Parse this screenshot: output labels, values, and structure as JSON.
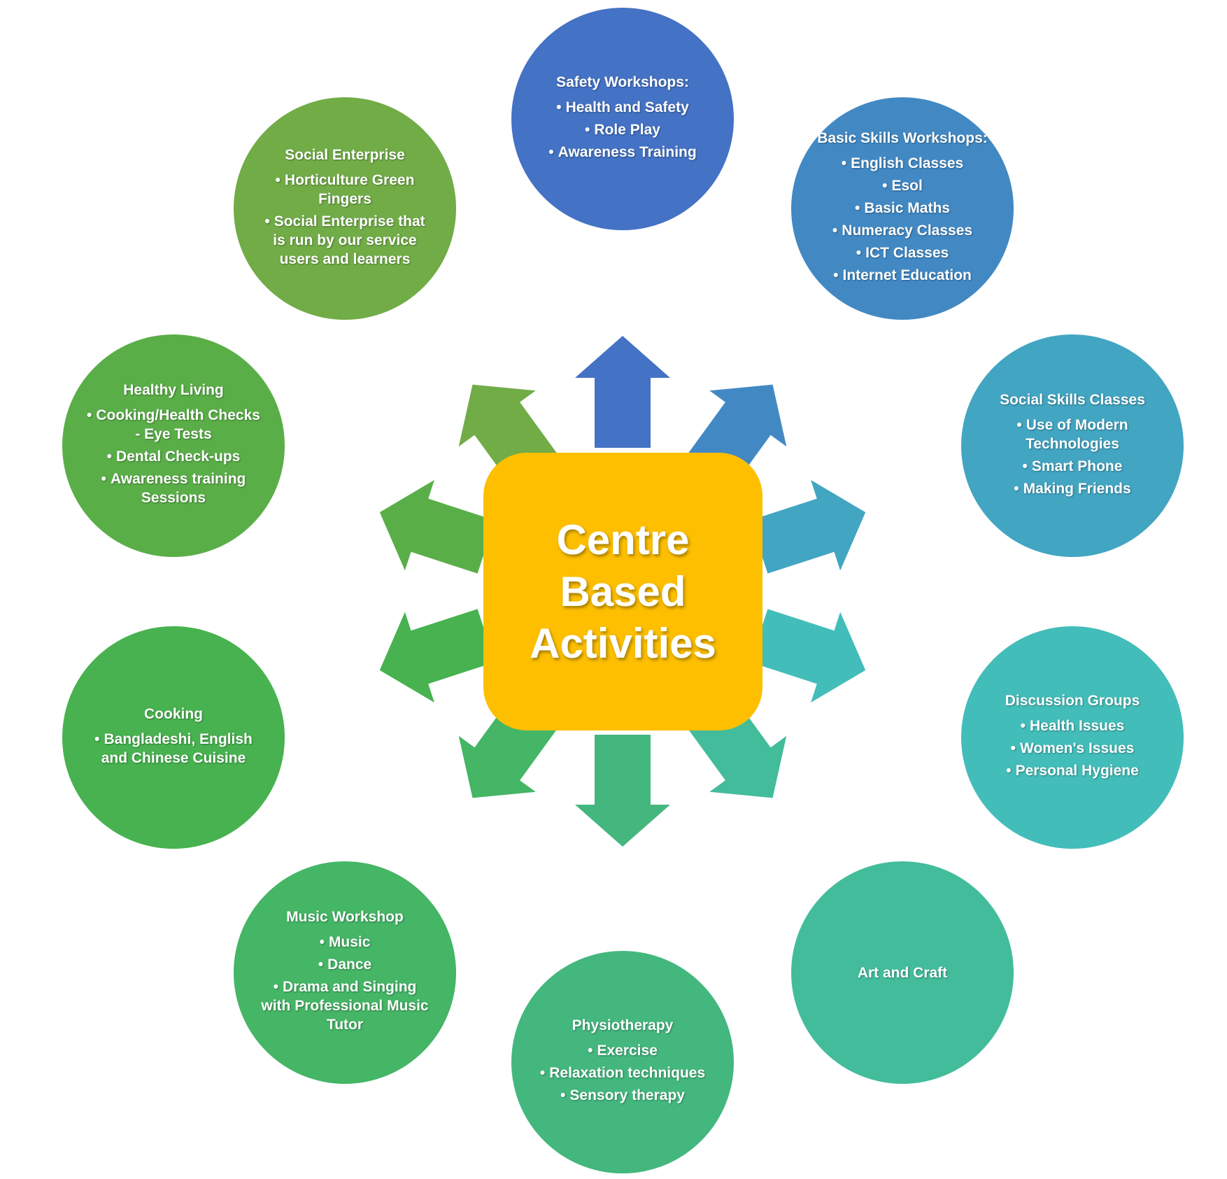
{
  "center": {
    "lines": [
      "Centre",
      "Based",
      "Activities"
    ],
    "color": "#fdbf00"
  },
  "nodes": [
    {
      "id": "safety-workshops",
      "title": "Safety Workshops:",
      "items": [
        "Health and Safety",
        "Role Play",
        "Awareness Training"
      ],
      "color": "#4472c4"
    },
    {
      "id": "basic-skills-workshops",
      "title": "Basic Skills Workshops:",
      "items": [
        "English Classes",
        "Esol",
        "Basic Maths",
        "Numeracy Classes",
        "ICT Classes",
        "Internet Education"
      ],
      "color": "#4289c4"
    },
    {
      "id": "social-skills-classes",
      "title": "Social Skills Classes",
      "items": [
        "Use of Modern Technologies",
        "Smart Phone",
        "Making Friends"
      ],
      "color": "#42a5c2"
    },
    {
      "id": "discussion-groups",
      "title": "Discussion Groups",
      "items": [
        "Health Issues",
        "Women's Issues",
        "Personal Hygiene"
      ],
      "color": "#43bdb9"
    },
    {
      "id": "art-and-craft",
      "title": "Art and Craft",
      "items": [],
      "color": "#43bc9c"
    },
    {
      "id": "physiotherapy",
      "title": "Physiotherapy",
      "items": [
        "Exercise",
        "Relaxation techniques",
        "Sensory therapy"
      ],
      "color": "#43b77e"
    },
    {
      "id": "music-workshop",
      "title": "Music Workshop",
      "items": [
        "Music",
        "Dance",
        "Drama and Singing with Professional Music Tutor"
      ],
      "color": "#45b566"
    },
    {
      "id": "cooking",
      "title": "Cooking",
      "items": [
        "Bangladeshi, English and Chinese Cuisine"
      ],
      "color": "#47b24f"
    },
    {
      "id": "healthy-living",
      "title": "Healthy Living",
      "items": [
        "Cooking/Health Checks - Eye Tests",
        "Dental Check-ups",
        "Awareness training Sessions"
      ],
      "color": "#5aae48"
    },
    {
      "id": "social-enterprise",
      "title": "Social Enterprise",
      "items": [
        "Horticulture Green Fingers",
        "Social Enterprise that is run by our service users and learners"
      ],
      "color": "#71ac47"
    }
  ],
  "bullet_char": "•"
}
